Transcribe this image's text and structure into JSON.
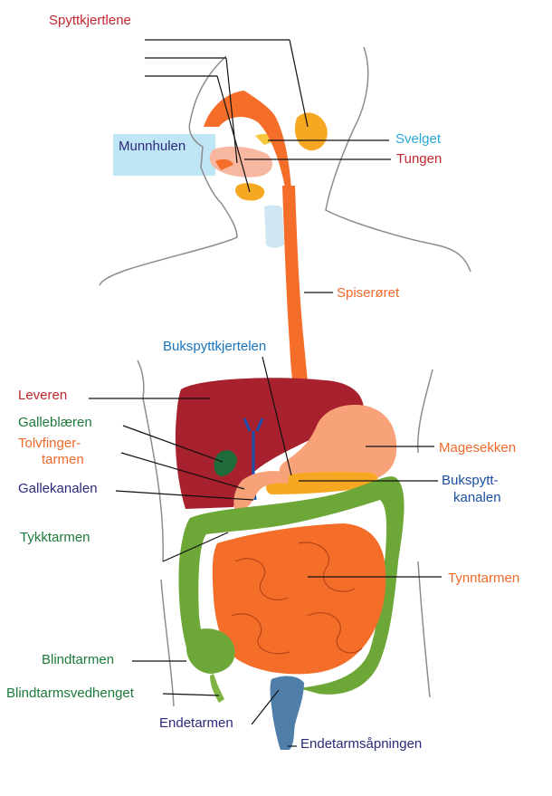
{
  "labels": {
    "spyttkjertlene": "Spyttkjertlene",
    "munnhulen": "Munnhulen",
    "svelget": "Svelget",
    "tungen": "Tungen",
    "spiseroret": "Spiserøret",
    "bukspyttkjertelen": "Bukspyttkjertelen",
    "leveren": "Leveren",
    "galleblaeren": "Galleblæren",
    "tolvfinger1": "Tolvfinger-",
    "tolvfinger2": "tarmen",
    "magesekken": "Magesekken",
    "gallekanalen": "Gallekanalen",
    "bukspytt1": "Bukspytt-",
    "bukspytt2": "kanalen",
    "tykktarmen": "Tykktarmen",
    "tynntarmen": "Tynntarmen",
    "blindtarmen": "Blindtarmen",
    "blindtarmsvedhenget": "Blindtarmsvedhenget",
    "endetarmen": "Endetarmen",
    "endetarmsapningen": "Endetarmsåpningen"
  },
  "colors": {
    "red": "#c0272d",
    "navy": "#2b2a7a",
    "cyan": "#29a8d8",
    "orange": "#ef6a2a",
    "blue": "#1a75bc",
    "green": "#1c7a3a",
    "liver": "#a8212e",
    "intestine": "#f46e2a",
    "colon": "#6da737",
    "gland": "#f7a823"
  }
}
